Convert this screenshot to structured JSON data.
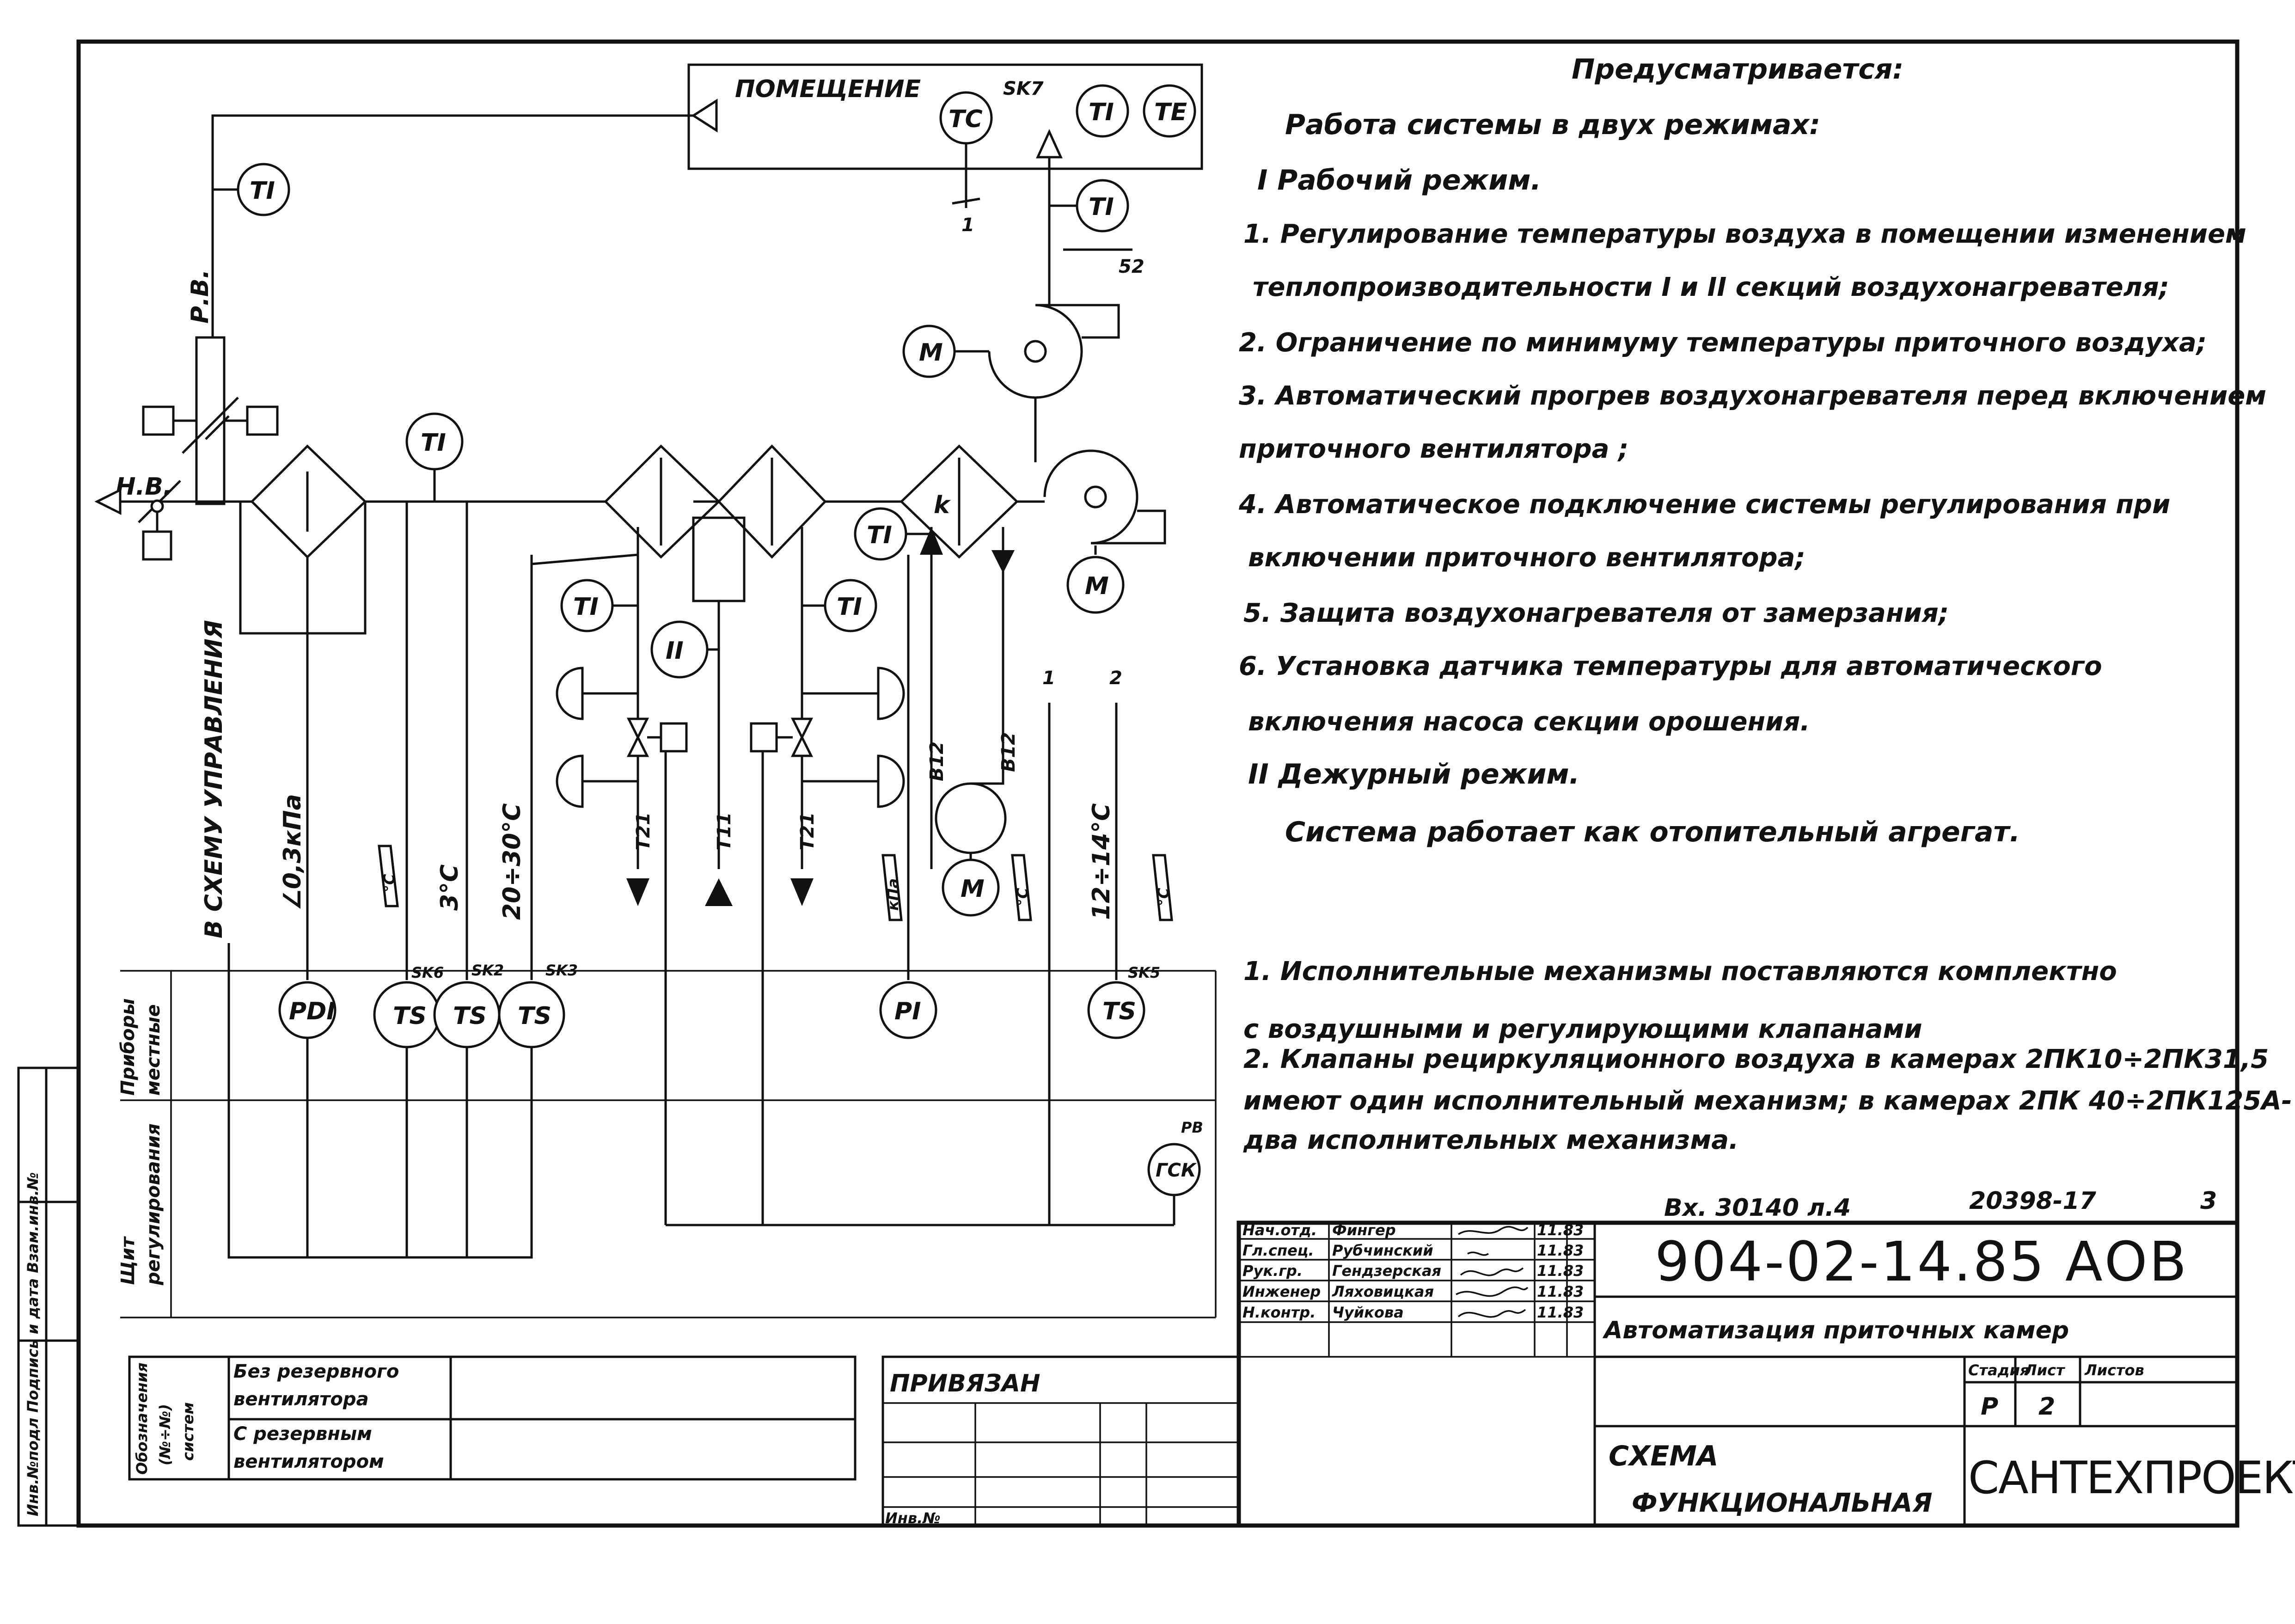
{
  "room": {
    "label": "ПОМЕЩЕНИЕ",
    "code": "SK7"
  },
  "instruments": {
    "tc": "TC",
    "ti": "TI",
    "te": "TE",
    "ii": "II",
    "m": "M",
    "k": "k",
    "pdi": "PDI",
    "ts": "TS",
    "pi": "PI",
    "gsk": "ГСК"
  },
  "tags": {
    "sk2": "SK2",
    "sk3": "SK3",
    "sk5": "SK5",
    "sk6": "SK6",
    "rv": "PB",
    "one": "1",
    "two": "2",
    "n52": "52",
    "n1a": "1"
  },
  "dampers": {
    "pv": "Р.В.",
    "nv": "Н.В."
  },
  "pipes": {
    "t21": "Т21",
    "t11": "Т11",
    "b12": "В12"
  },
  "signals": {
    "to_control": "В СХЕМУ УПРАВЛЕНИЯ",
    "dp": "∠0,3кПа",
    "t3": "3°С",
    "t20_30": "20÷30°С",
    "t12_14": "12÷14°С",
    "tag_c": "°С",
    "tag_kpa": "кПа"
  },
  "side": {
    "local_line1": "Приборы",
    "local_line2": "местные",
    "panel_line1": "Щит",
    "panel_line2": "регулирования"
  },
  "requirements": {
    "heading": "Предусматривается:",
    "lines": [
      "Работа системы в двух режимах:",
      "I Рабочий режим.",
      "1. Регулирование температуры воздуха в помещении изменением",
      "теплопроизводительности  I и II секций воздухонагревателя;",
      "2. Ограничение по минимуму температуры приточного воздуха;",
      "3. Автоматический прогрев воздухонагревателя перед включением",
      "приточного вентилятора ;",
      "4. Автоматическое подключение системы регулирования при",
      "включении приточного вентилятора;",
      "5. Защита  воздухонагревателя от замерзания;",
      "6. Установка датчика температуры для автоматического",
      "включения насоса секции орошения.",
      "II Дежурный  режим.",
      "Система работает  как отопительный  агрегат."
    ]
  },
  "notes": [
    "1. Исполнительные механизмы поставляются комплектно",
    "с воздушными и регулирующими клапанами",
    "2. Клапаны рециркуляционного воздуха в камерах 2ПК10÷2ПК31,5",
    "имеют один исполнительный механизм; в камерах 2ПК 40÷2ПК125А-",
    "два исполнительных механизма."
  ],
  "stamp": {
    "ref": "Вх. 30140 л.4",
    "num": "20398-17",
    "page": "3",
    "code": "904-02-14.85 АОВ",
    "title": "Автоматизация приточных камер",
    "scheme_line1": "СХЕМА",
    "scheme_line2": "ФУНКЦИОНАЛЬНАЯ",
    "org": "САНТЕХПРОЕКТ",
    "stage_label": "Стадия",
    "sheet_label": "Лист",
    "sheets_label": "Листов",
    "stage": "Р",
    "sheet": "2",
    "roles": [
      "Нач.отд.",
      "Гл.спец.",
      "Рук.гр.",
      "Инженер",
      "Н.контр."
    ],
    "names": [
      "Фингер",
      "Рубчинский",
      "Гендзерская",
      "Ляховицкая",
      "Чуйкова"
    ],
    "dates": [
      "11.83",
      "11.83",
      "11.83",
      "11.83",
      "11.83"
    ]
  },
  "legend": {
    "designation": "Обозначения",
    "no": "(№÷№)",
    "systems": "систем",
    "row1a": "Без резервного",
    "row1b": "вентилятора",
    "row2a": "С резервным",
    "row2b": "вентилятором",
    "attached": "ПРИВЯЗАН",
    "inv": "Инв.№"
  },
  "left_margin": "Инв.№подл  Подпись и дата  Взам.инв.№"
}
